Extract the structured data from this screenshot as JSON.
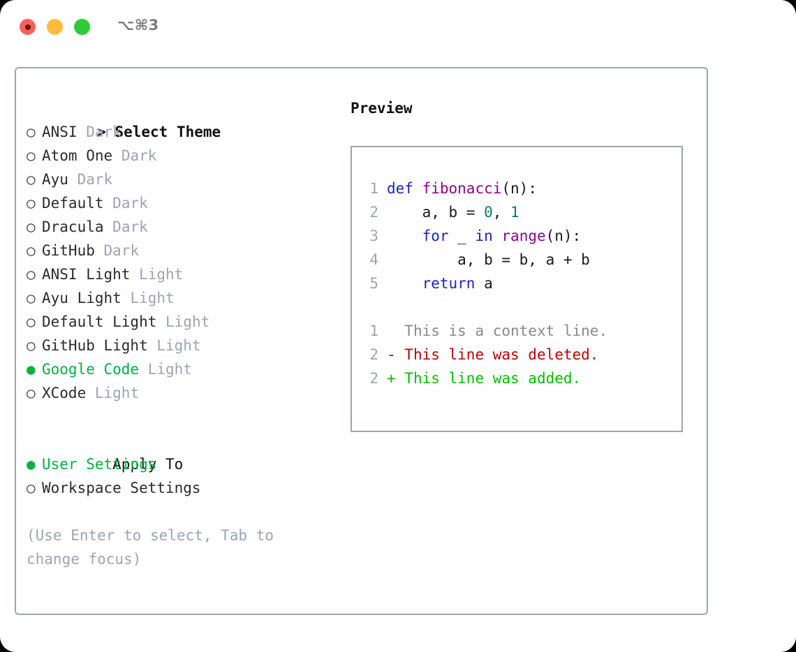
{
  "titlebar": {
    "shortcut": "⌥⌘3",
    "buttons": [
      {
        "name": "close",
        "color": "#fc6058"
      },
      {
        "name": "minimize",
        "color": "#fcbc40"
      },
      {
        "name": "maximize",
        "color": "#2bcc35"
      }
    ]
  },
  "theme_picker": {
    "heading_prefix": "> ",
    "heading": "Select Theme",
    "marker_selected": "●",
    "marker_unselected": "○",
    "accent_color": "#00b140",
    "badge_color": "#9aa5b5",
    "items": [
      {
        "label": "ANSI",
        "badge": "Dark",
        "selected": false
      },
      {
        "label": "Atom One",
        "badge": "Dark",
        "selected": false
      },
      {
        "label": "Ayu",
        "badge": "Dark",
        "selected": false
      },
      {
        "label": "Default",
        "badge": "Dark",
        "selected": false
      },
      {
        "label": "Dracula",
        "badge": "Dark",
        "selected": false
      },
      {
        "label": "GitHub",
        "badge": "Dark",
        "selected": false
      },
      {
        "label": "ANSI Light",
        "badge": "Light",
        "selected": false
      },
      {
        "label": "Ayu Light",
        "badge": "Light",
        "selected": false
      },
      {
        "label": "Default Light",
        "badge": "Light",
        "selected": false
      },
      {
        "label": "GitHub Light",
        "badge": "Light",
        "selected": false
      },
      {
        "label": "Google Code",
        "badge": "Light",
        "selected": true
      },
      {
        "label": "XCode",
        "badge": "Light",
        "selected": false
      }
    ]
  },
  "apply_to": {
    "heading": "Apply To",
    "items": [
      {
        "label": "User Settings",
        "selected": true
      },
      {
        "label": "Workspace Settings",
        "selected": false
      }
    ]
  },
  "hint": "(Use Enter to select, Tab to change focus)",
  "preview": {
    "title": "Preview",
    "code_lines": [
      {
        "no": "1",
        "tokens": [
          {
            "t": "def",
            "c": "kw"
          },
          {
            "t": " ",
            "c": "txt"
          },
          {
            "t": "fibonacci",
            "c": "fn"
          },
          {
            "t": "(n):",
            "c": "punc"
          }
        ]
      },
      {
        "no": "2",
        "tokens": [
          {
            "t": "    a, b = ",
            "c": "txt"
          },
          {
            "t": "0",
            "c": "num"
          },
          {
            "t": ", ",
            "c": "txt"
          },
          {
            "t": "1",
            "c": "num"
          }
        ]
      },
      {
        "no": "3",
        "tokens": [
          {
            "t": "    ",
            "c": "txt"
          },
          {
            "t": "for",
            "c": "kw"
          },
          {
            "t": " _ ",
            "c": "txt"
          },
          {
            "t": "in",
            "c": "kw"
          },
          {
            "t": " ",
            "c": "txt"
          },
          {
            "t": "range",
            "c": "fn"
          },
          {
            "t": "(n):",
            "c": "punc"
          }
        ]
      },
      {
        "no": "4",
        "tokens": [
          {
            "t": "        a, b = b, a + b",
            "c": "txt"
          }
        ]
      },
      {
        "no": "5",
        "tokens": [
          {
            "t": "    ",
            "c": "txt"
          },
          {
            "t": "return",
            "c": "kw"
          },
          {
            "t": " a",
            "c": "txt"
          }
        ]
      }
    ],
    "diff_lines": [
      {
        "no": "1",
        "sign": " ",
        "text": " This is a context line.",
        "kind": "ctx"
      },
      {
        "no": "2",
        "sign": "-",
        "text": " This line was deleted.",
        "kind": "del"
      },
      {
        "no": "2",
        "sign": "+",
        "text": " This line was added.",
        "kind": "add"
      }
    ],
    "syntax_colors": {
      "keyword": "#2020c0",
      "function": "#900090",
      "number": "#0b7a6e",
      "text": "#1a1a1a",
      "lineno": "#9aa5b5",
      "diff_context": "#8a8a8a",
      "diff_deleted": "#c00000",
      "diff_added": "#00c000"
    }
  }
}
